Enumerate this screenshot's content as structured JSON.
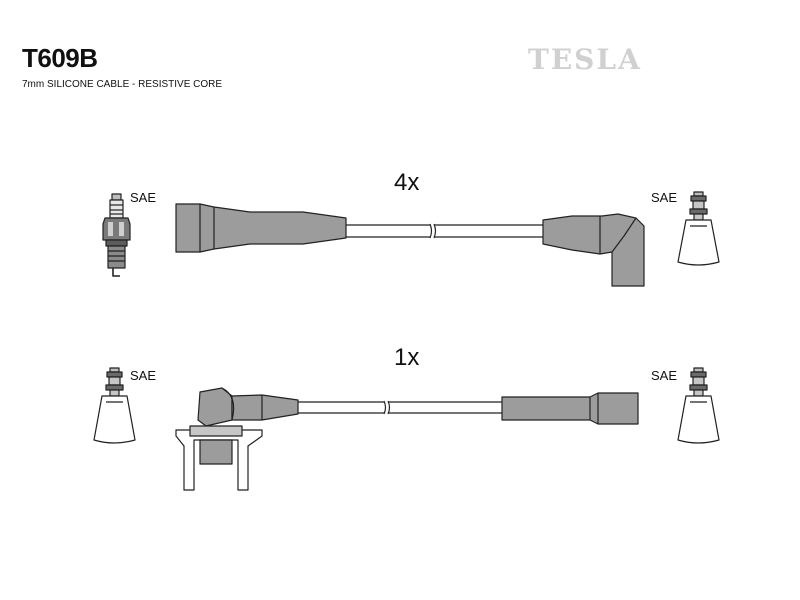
{
  "header": {
    "part_number": "T609B",
    "subtitle": "7mm SILICONE CABLE - RESISTIVE CORE",
    "brand": "TESLA"
  },
  "colors": {
    "boot_fill": "#9c9c9c",
    "outline": "#222222",
    "cap_fill": "#ffffff",
    "brand_gray": "#d0d0d0"
  },
  "leads": [
    {
      "quantity": "4x",
      "left_terminal": "SAE",
      "right_terminal": "SAE"
    },
    {
      "quantity": "1x",
      "left_terminal": "SAE",
      "right_terminal": "SAE"
    }
  ]
}
